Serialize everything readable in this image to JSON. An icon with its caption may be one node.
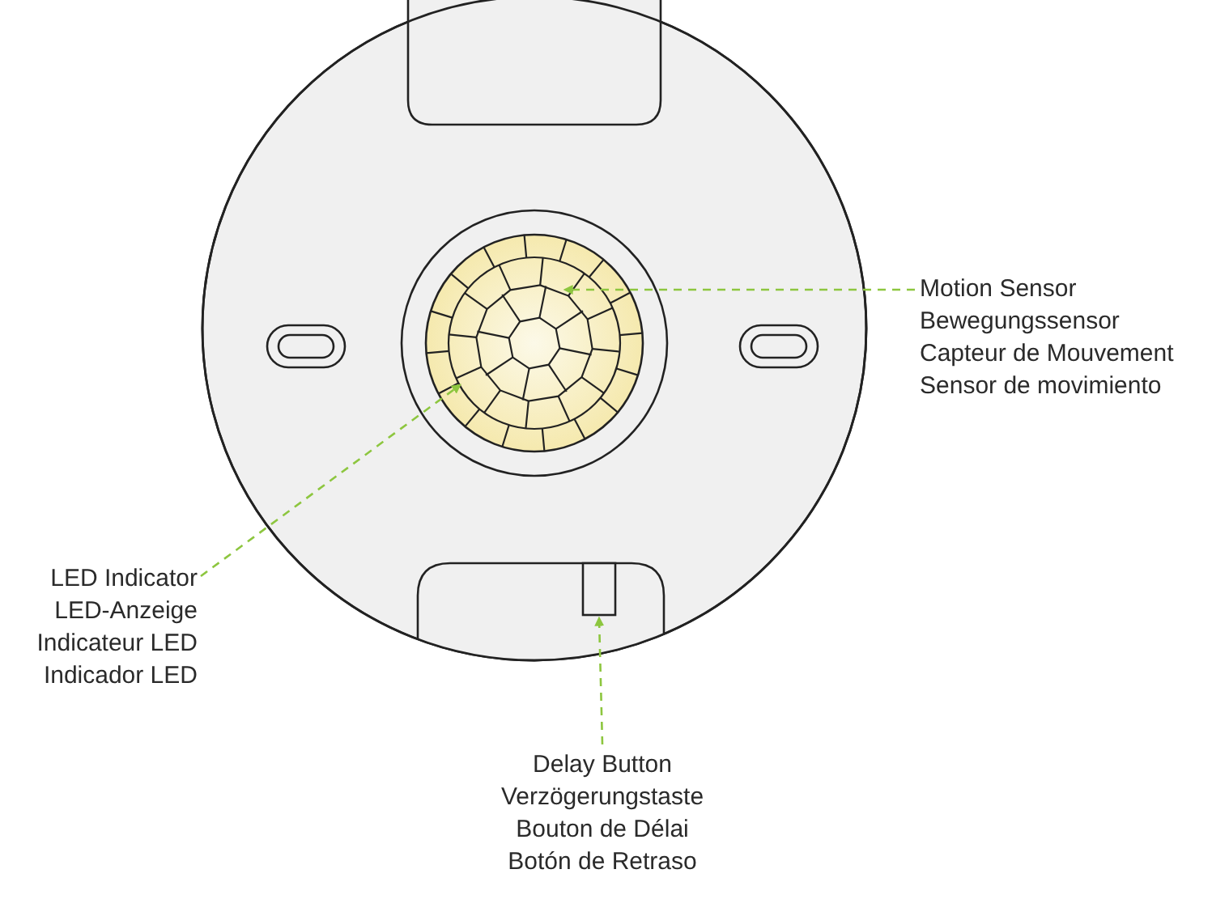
{
  "diagram": {
    "nodes": [
      {
        "text": [
          "Motion Sensor",
          "Bewegungssensor",
          "Capteur de Mouvement",
          "Sensor de movimiento"
        ]
      },
      {
        "text": [
          "LED Indicator",
          "LED-Anzeige",
          "Indicateur LED",
          "Indicador LED"
        ]
      },
      {
        "text": [
          "Delay Button",
          "Verzögerungstaste",
          "Bouton de Délai",
          "Botón de Retraso"
        ]
      },
      {
        "text": [],
        "shape": "box"
      }
    ],
    "edges": [
      {
        "from": 0,
        "to": null,
        "arrow": "to",
        "style": "dashed",
        "color": "#8dc63f"
      },
      {
        "from": 1,
        "to": null,
        "arrow": "to",
        "style": "dashed",
        "color": "#8dc63f"
      },
      {
        "from": 2,
        "to": 3,
        "arrow": "to",
        "style": "dashed",
        "color": "#8dc63f"
      }
    ]
  }
}
